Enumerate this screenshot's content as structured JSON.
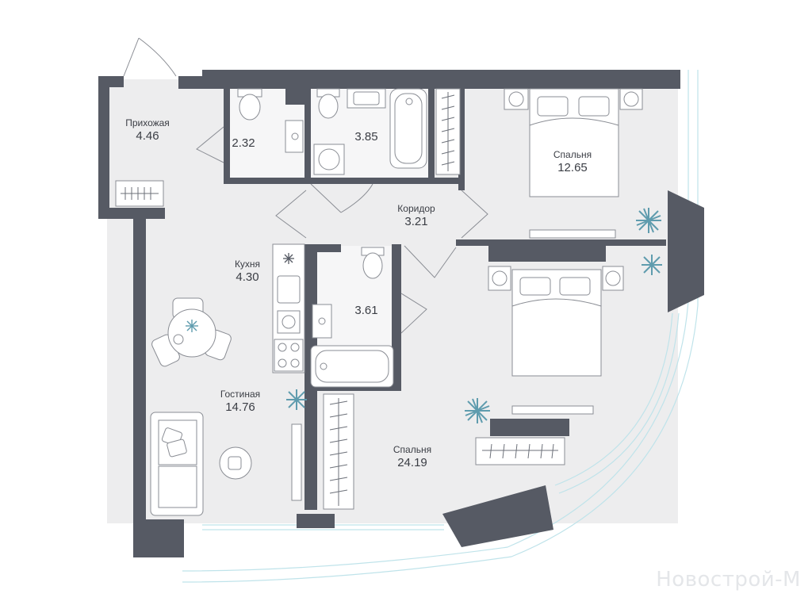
{
  "rooms": [
    {
      "id": "hallway",
      "name": "Прихожая",
      "area": "4.46"
    },
    {
      "id": "wc",
      "name": "",
      "area": "2.32"
    },
    {
      "id": "bath1",
      "name": "",
      "area": "3.85"
    },
    {
      "id": "bedroom1",
      "name": "Спальня",
      "area": "12.65"
    },
    {
      "id": "corridor",
      "name": "Коридор",
      "area": "3.21"
    },
    {
      "id": "kitchen",
      "name": "Кухня",
      "area": "4.30"
    },
    {
      "id": "bath2",
      "name": "",
      "area": "3.61"
    },
    {
      "id": "living",
      "name": "Гостиная",
      "area": "14.76"
    },
    {
      "id": "bedroom2",
      "name": "Спальня",
      "area": "24.19"
    }
  ],
  "watermark": "Новострой-М",
  "colors": {
    "wall": "#565a64",
    "floor": "#ededee",
    "tile": "#f6f6f7",
    "furniture": "#ffffff",
    "line": "#8a8d94",
    "plant": "#5f9cae",
    "balcony": "#bfe3ea",
    "text": "#3a3d44"
  },
  "icons": [
    "entrance-door-icon",
    "snowflake-icon",
    "plant-icon"
  ]
}
